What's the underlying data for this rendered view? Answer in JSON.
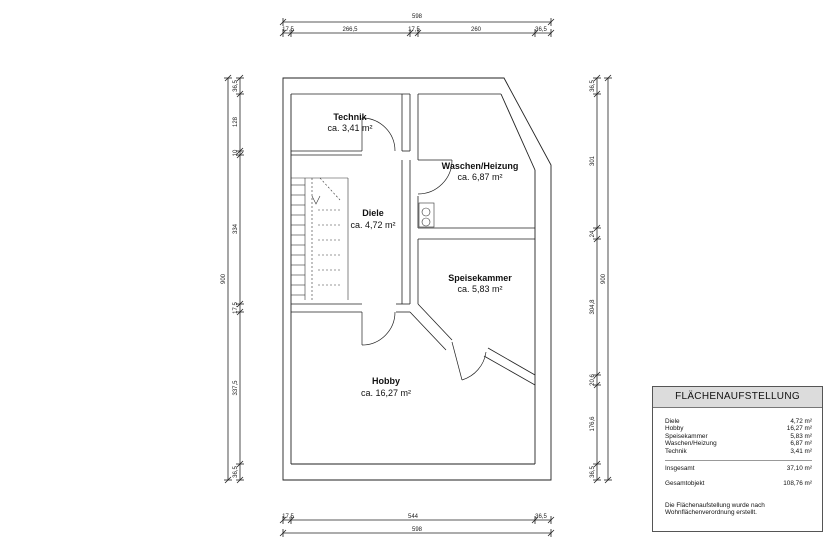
{
  "dimensions": {
    "top_total": "598",
    "top_segments": [
      "17,5",
      "266,5",
      "17,5",
      "260",
      "36,5"
    ],
    "bottom_segments": [
      "17,5",
      "544",
      "36,5"
    ],
    "bottom_total": "598",
    "left_total": "900",
    "left_segments": [
      "36,5",
      "128",
      "10",
      "334",
      "17,5",
      "337,5",
      "36,5"
    ],
    "right_total": "900",
    "right_segments": [
      "36,5",
      "301",
      "24",
      "304,8",
      "20,6",
      "176,6",
      "36,5"
    ]
  },
  "rooms": [
    {
      "name": "Technik",
      "area": "ca. 3,41 m²"
    },
    {
      "name": "Waschen/Heizung",
      "area": "ca. 6,87 m²"
    },
    {
      "name": "Diele",
      "area": "ca. 4,72 m²"
    },
    {
      "name": "Speisekammer",
      "area": "ca. 5,83 m²"
    },
    {
      "name": "Hobby",
      "area": "ca. 16,27 m²"
    }
  ],
  "area_table": {
    "title": "FLÄCHENAUFSTELLUNG",
    "rows": [
      {
        "label": "Diele",
        "value": "4,72 m²"
      },
      {
        "label": "Hobby",
        "value": "16,27 m²"
      },
      {
        "label": "Speisekammer",
        "value": "5,83 m²"
      },
      {
        "label": "Waschen/Heizung",
        "value": "6,87 m²"
      },
      {
        "label": "Technik",
        "value": "3,41 m²"
      }
    ],
    "total_label": "Insgesamt",
    "total_value": "37,10 m²",
    "object_label": "Gesamtobjekt",
    "object_value": "108,76 m²",
    "note_line1": "Die Flächenaufstellung wurde nach",
    "note_line2": "Wohnflächenverordnung erstellt."
  }
}
